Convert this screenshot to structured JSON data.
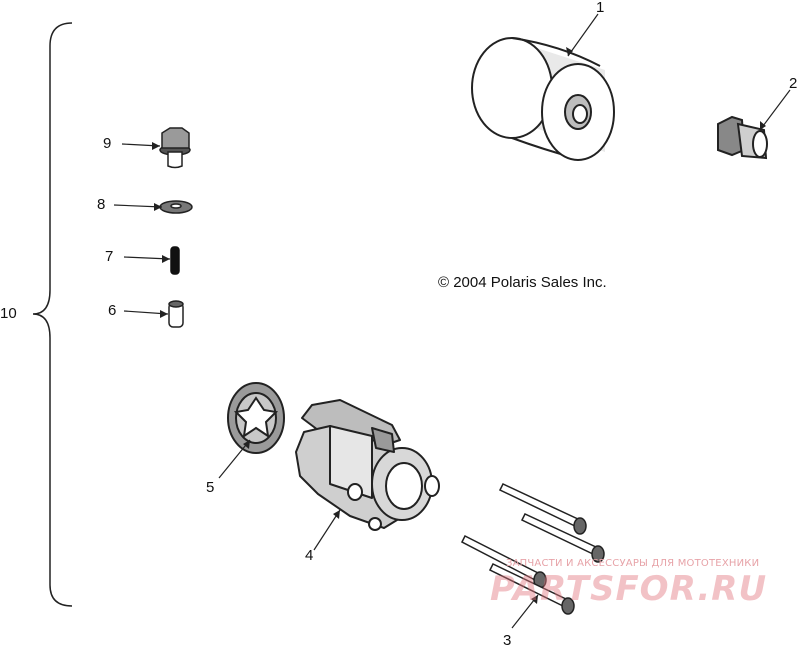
{
  "diagram": {
    "copyright": "© 2004 Polaris Sales Inc.",
    "callouts": {
      "c1": "1",
      "c2": "2",
      "c3": "3",
      "c4": "4",
      "c5": "5",
      "c6": "6",
      "c7": "7",
      "c8": "8",
      "c9": "9",
      "c10": "10"
    }
  },
  "watermark": {
    "tagline": "ЗАПЧАСТИ И АКСЕССУАРЫ ДЛЯ МОТОТЕХНИКИ",
    "brand": "PARTSFOR.RU"
  }
}
